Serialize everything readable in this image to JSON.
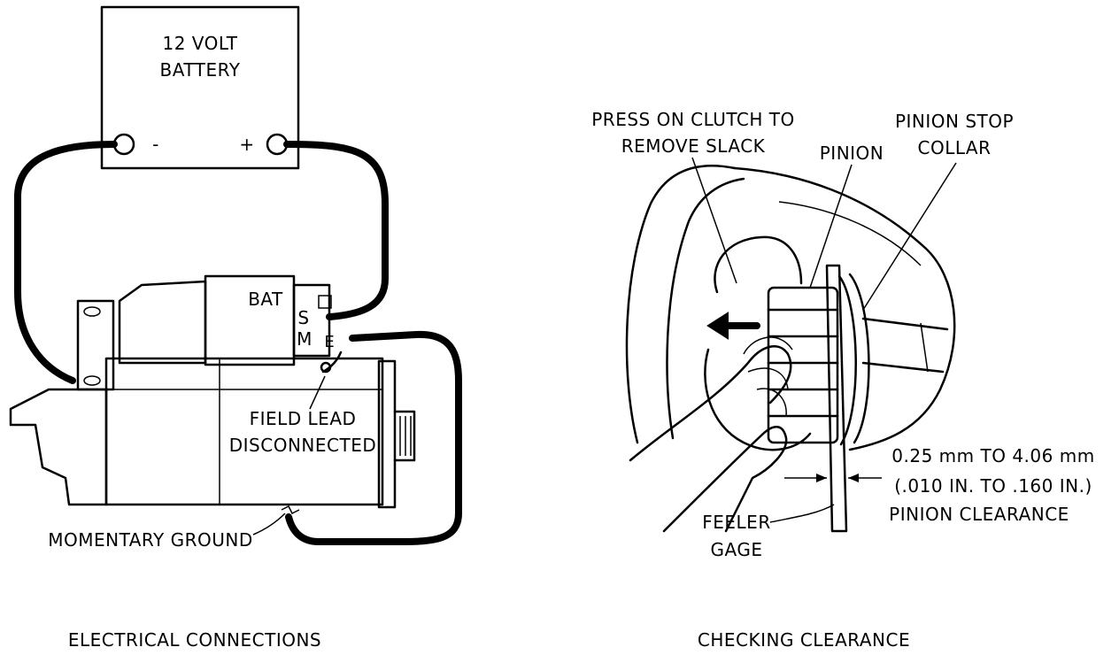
{
  "battery": {
    "line1": "12 VOLT",
    "line2": "BATTERY",
    "minus": "-",
    "plus": "+"
  },
  "solenoid": {
    "bat": "BAT",
    "s": "S",
    "m": "M",
    "e": "E"
  },
  "left_labels": {
    "field_lead_1": "FIELD LEAD",
    "field_lead_2": "DISCONNECTED",
    "momentary_ground": "MOMENTARY GROUND"
  },
  "right_labels": {
    "press_1": "PRESS ON CLUTCH TO",
    "press_2": "REMOVE SLACK",
    "pinion": "PINION",
    "stop_collar_1": "PINION STOP",
    "stop_collar_2": "COLLAR",
    "clearance_mm": "0.25 mm TO 4.06 mm",
    "clearance_in": "(.010 IN. TO .160 IN.)",
    "clearance_label": "PINION CLEARANCE",
    "feeler_1": "FEELER",
    "feeler_2": "GAGE"
  },
  "captions": {
    "left": "ELECTRICAL CONNECTIONS",
    "right": "CHECKING CLEARANCE"
  }
}
